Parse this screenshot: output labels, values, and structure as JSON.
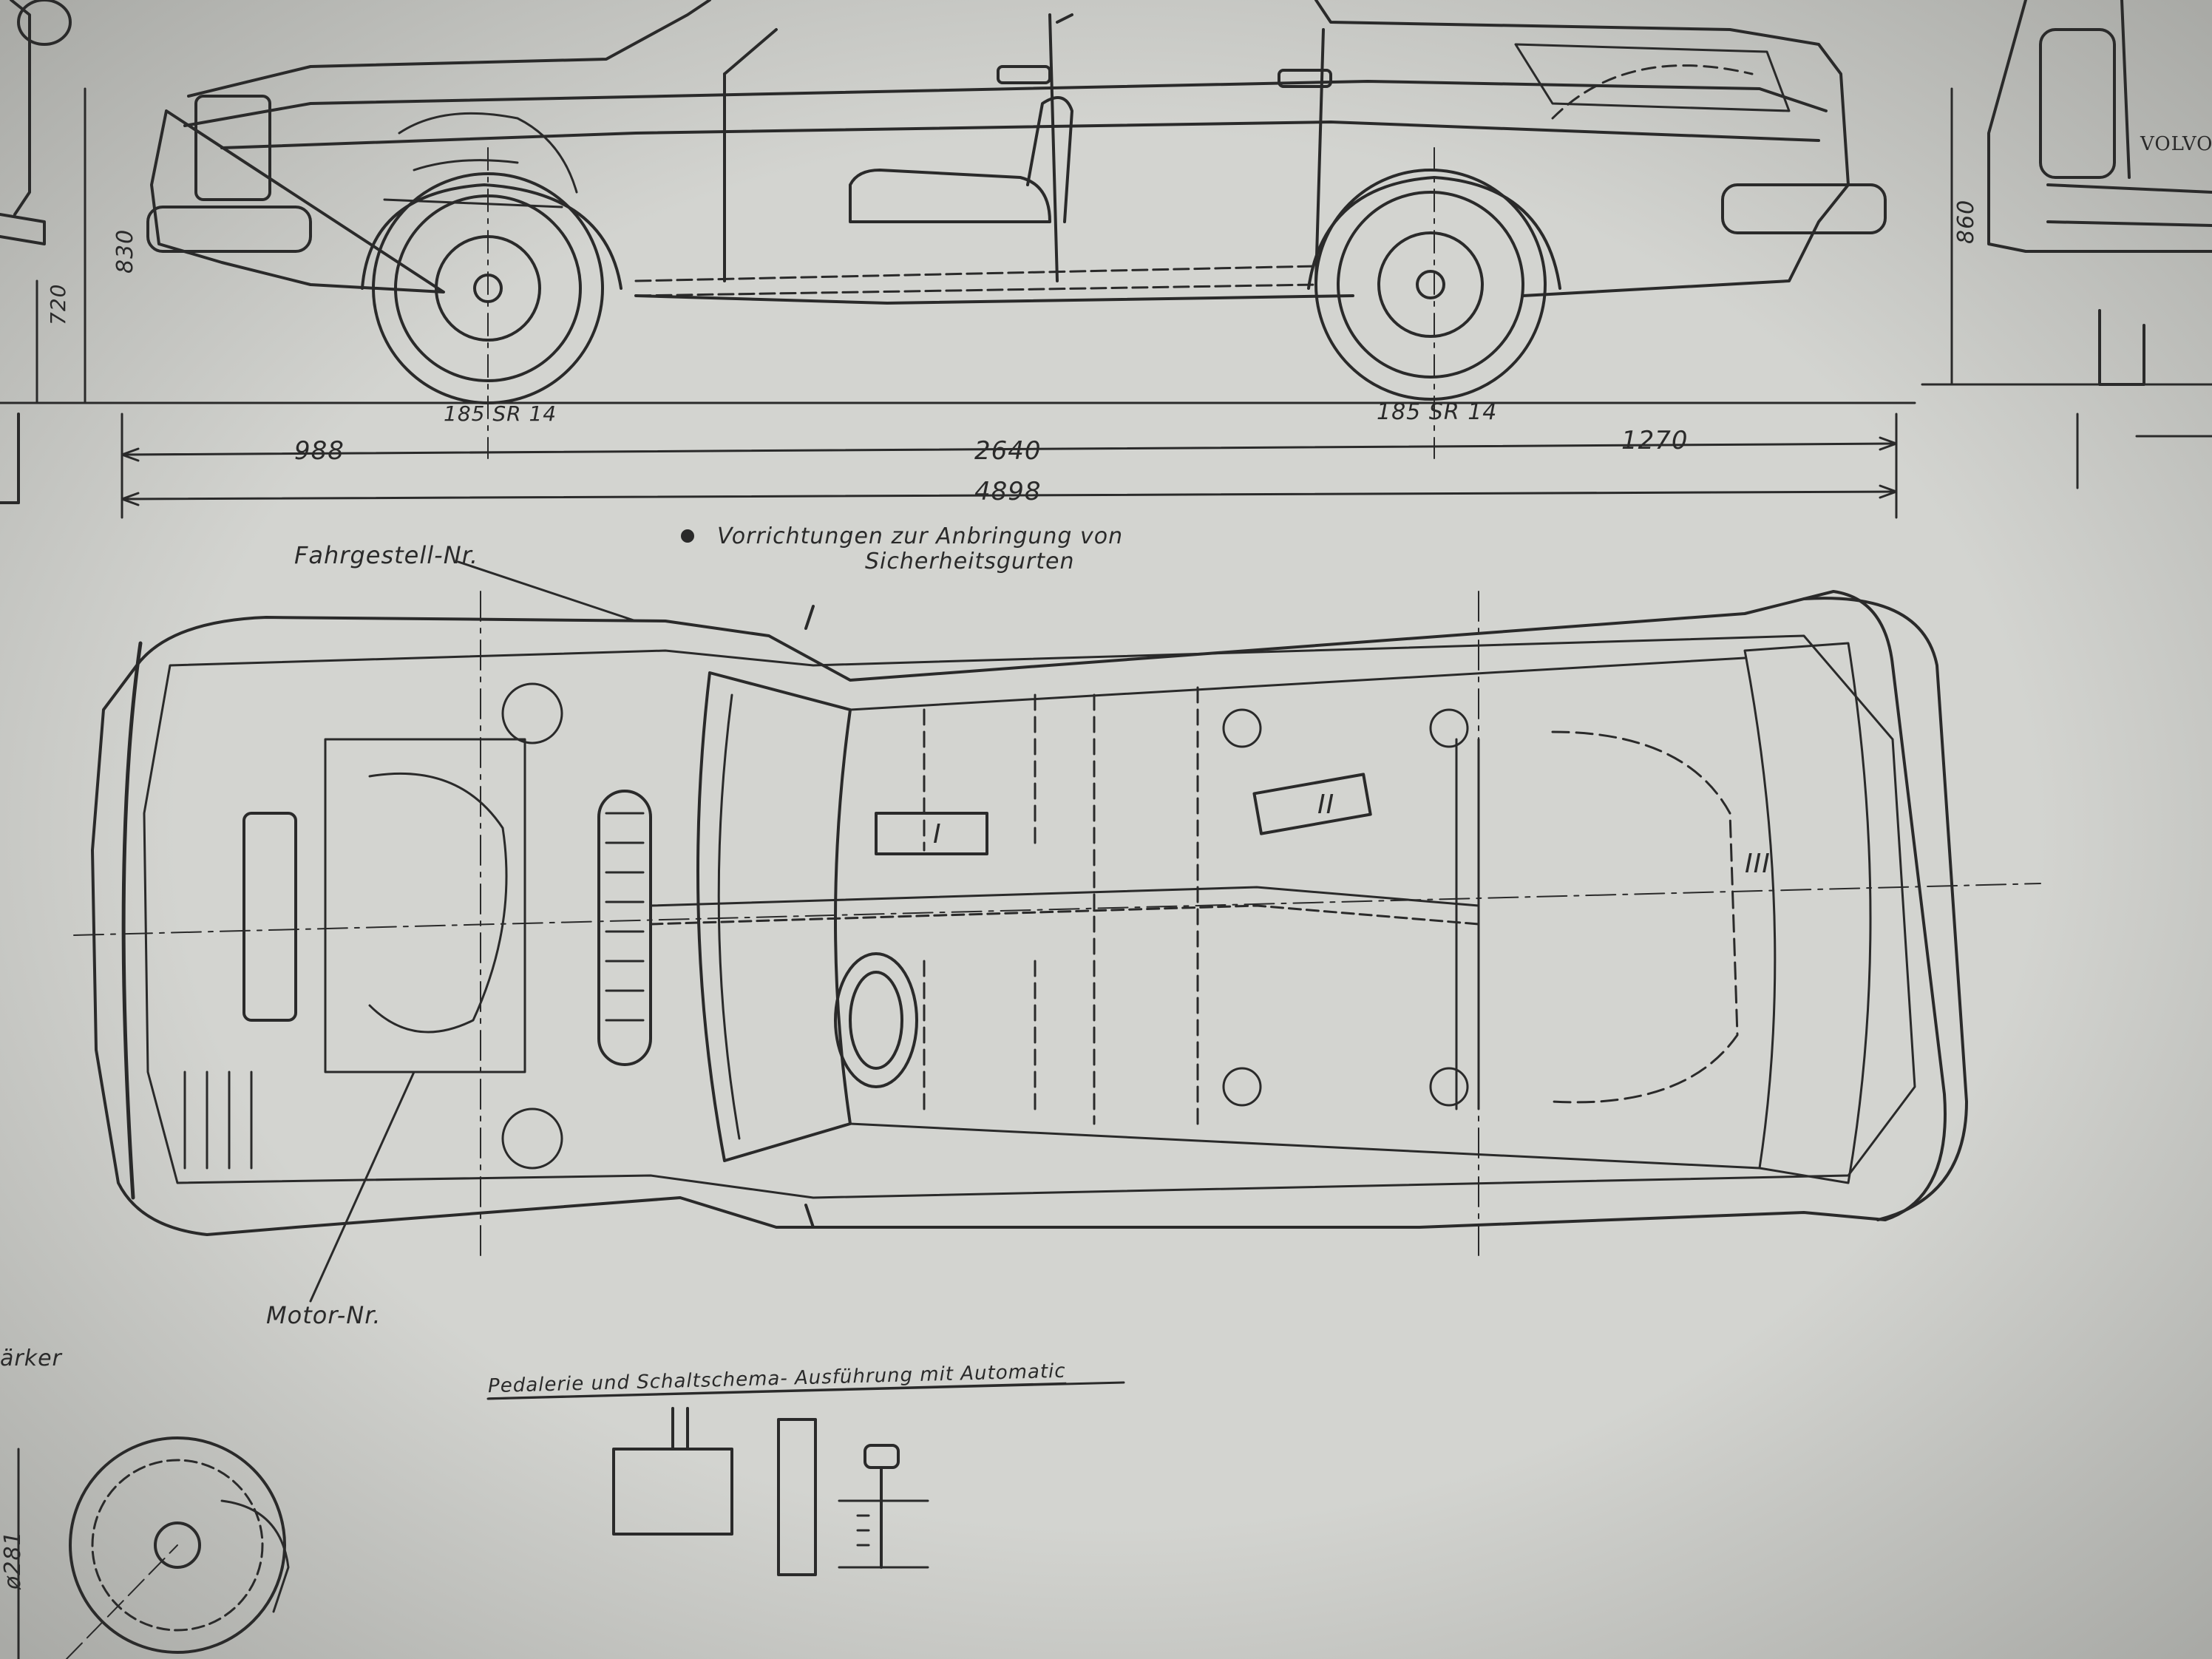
{
  "labels": {
    "tyre_front": "185 SR 14",
    "tyre_rear": "185 SR 14",
    "dim_front_overhang": "988",
    "dim_wheelbase": "2640",
    "dim_rear_overhang": "1270",
    "dim_total_length": "4898",
    "dim_height_830": "830",
    "dim_height_720": "720",
    "dim_height_860": "860",
    "dim_ring": "ø281",
    "brand": "VOLVO",
    "note_belts_line1": "Vorrichtungen zur Anbringung von",
    "note_belts_line2": "Sicherheitsgurten",
    "chassis_no": "Fahrgestell-Nr.",
    "engine_no": "Motor-Nr.",
    "partial_word": "ärker",
    "pedal_caption": "Pedalerie und Schaltschema- Ausführung mit Automatic",
    "section_1": "I",
    "section_2": "II",
    "section_3": "III"
  },
  "colors": {
    "paper": "#cfd0cc",
    "ink": "#2a2a2a"
  }
}
